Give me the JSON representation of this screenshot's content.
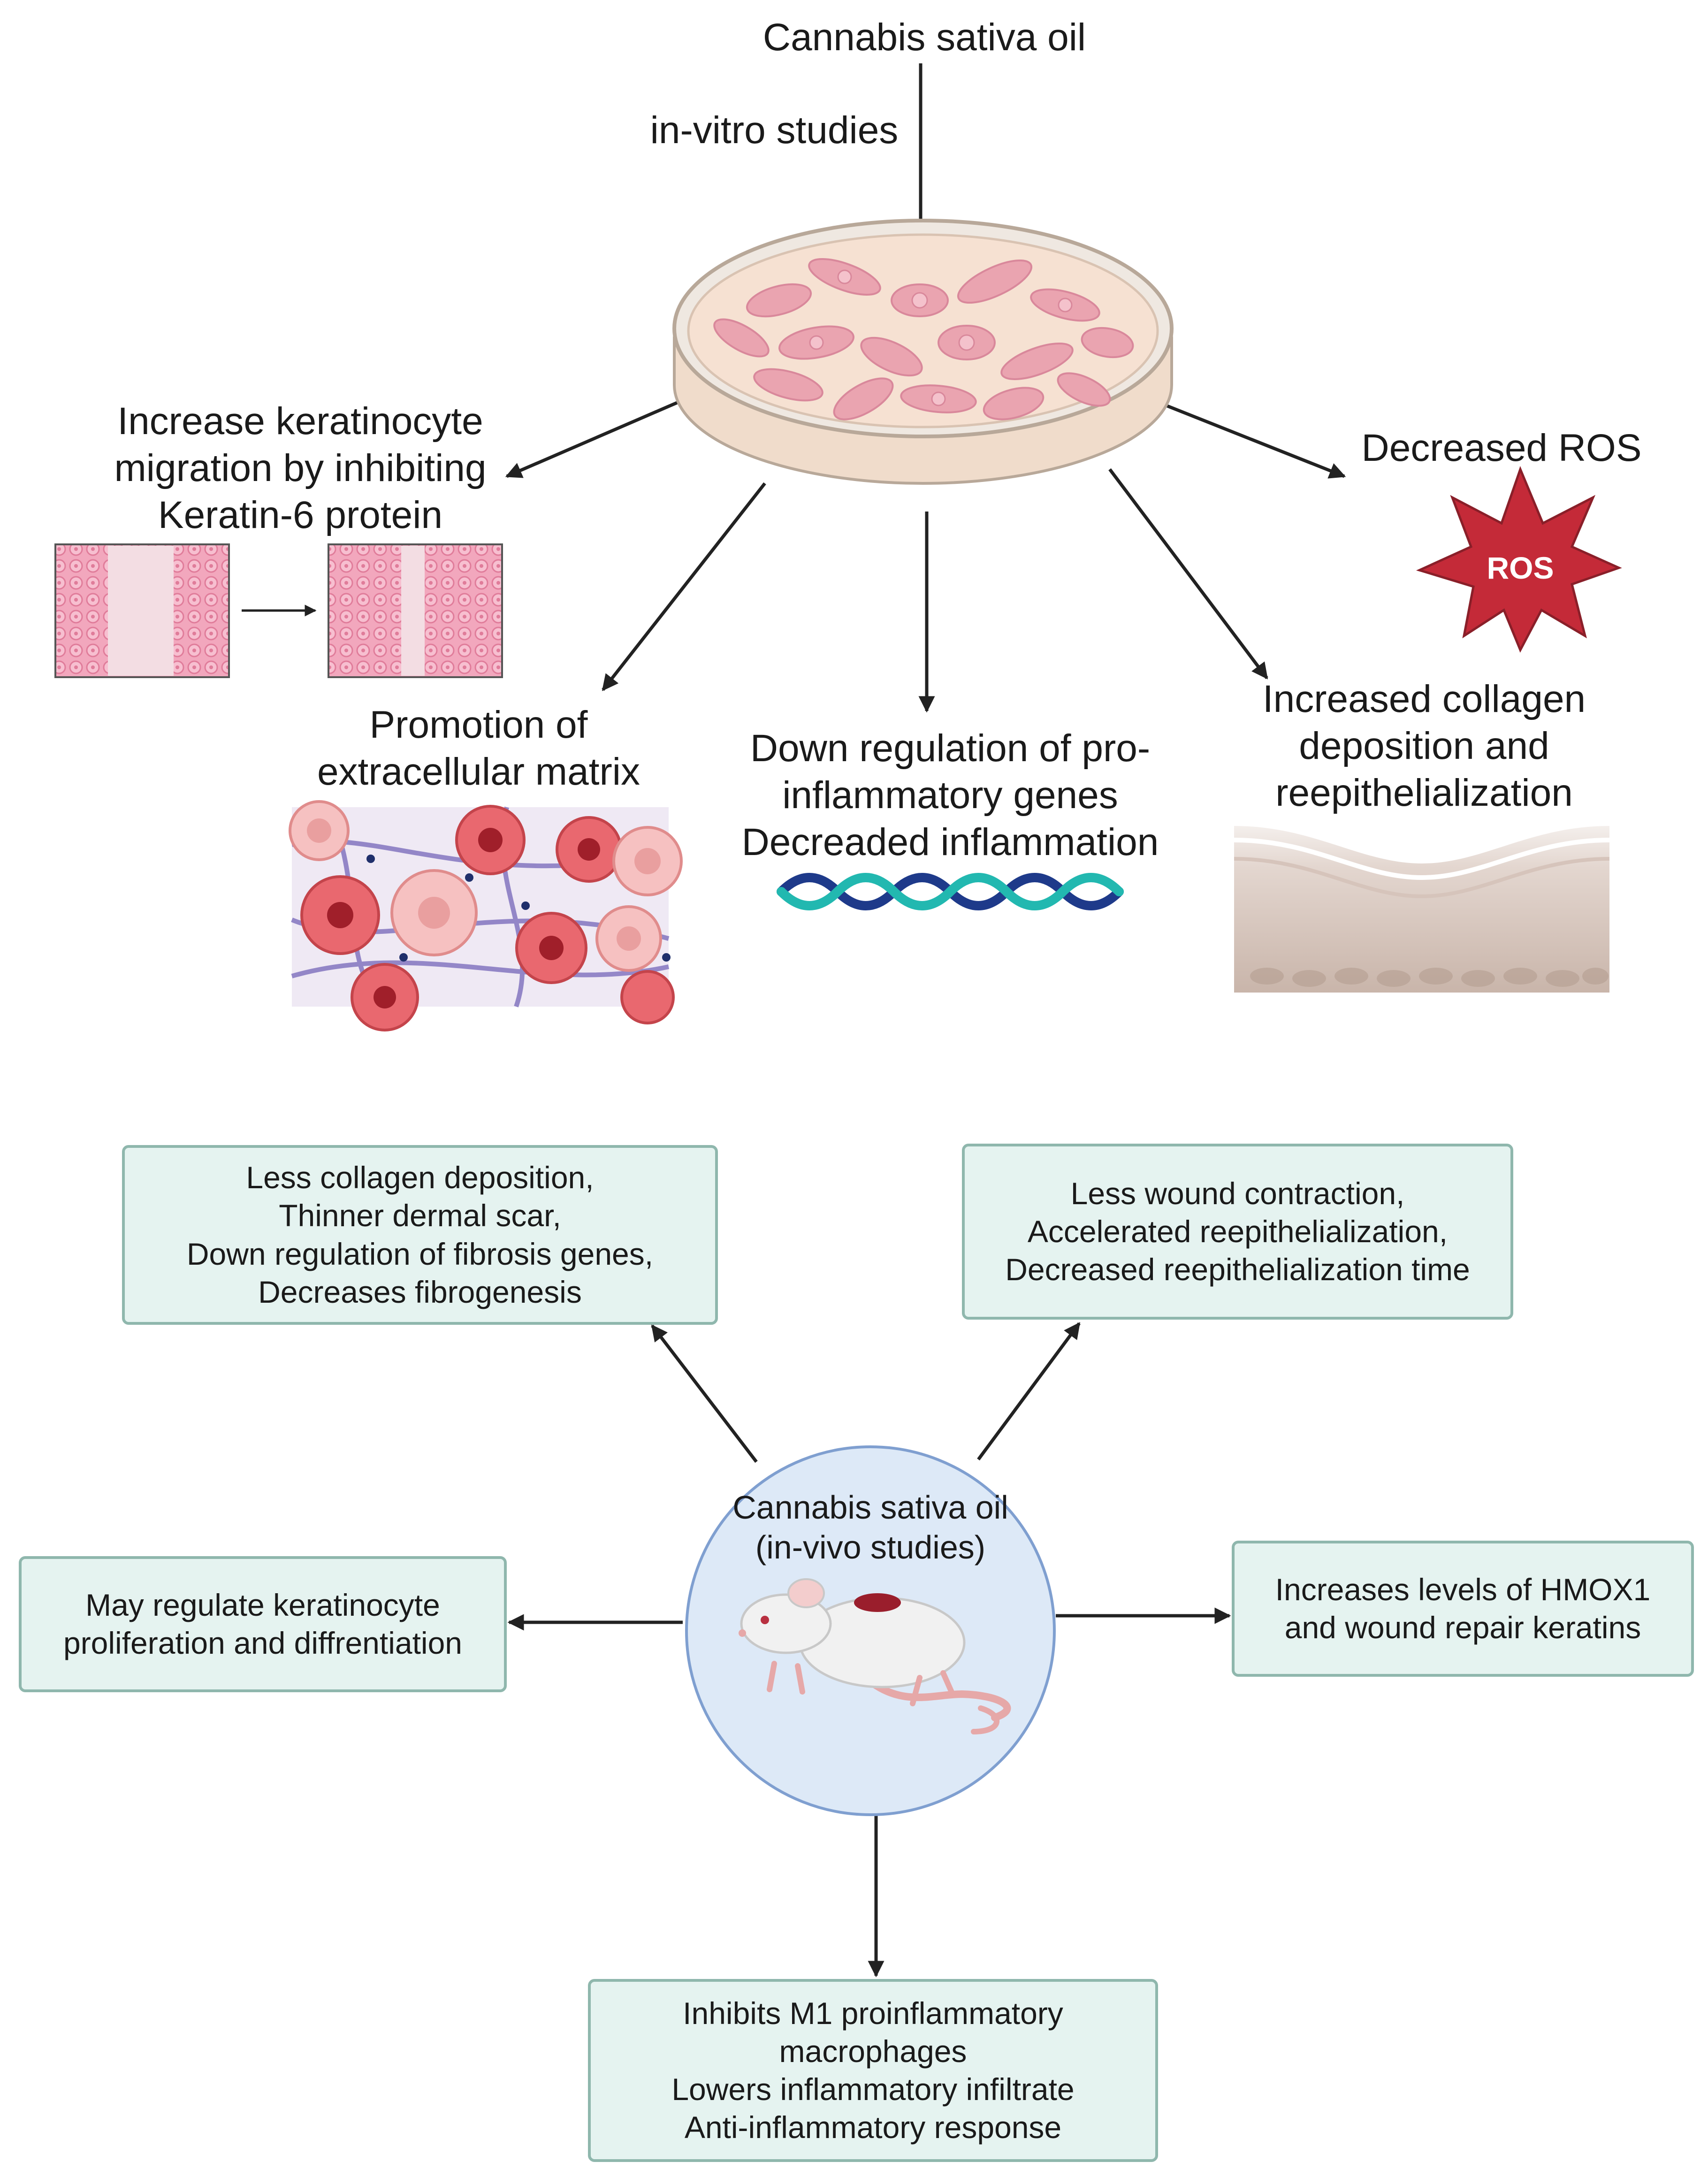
{
  "invitro": {
    "source": "Cannabis sativa oil",
    "studies": "in-vitro studies",
    "outcomes": {
      "keratinocyte": [
        "Increase keratinocyte",
        "migration by inhibiting",
        "Keratin-6 protein"
      ],
      "ros": "Decreased ROS",
      "ros_badge": "ROS",
      "ecm": [
        "Promotion of",
        "extracellular matrix"
      ],
      "genes": [
        "Down regulation of pro-",
        "inflammatory genes",
        "Decreaded inflammation"
      ],
      "collagen": [
        "Increased collagen",
        "deposition and",
        "reepithelialization"
      ]
    }
  },
  "invivo": {
    "center": [
      "Cannabis sativa oil",
      "(in-vivo studies)"
    ],
    "boxes": {
      "collagen": [
        "Less collagen deposition,",
        "Thinner dermal scar,",
        "Down regulation of fibrosis genes,",
        "Decreases fibrogenesis"
      ],
      "wound": [
        "Less wound contraction,",
        "Accelerated reepithelialization,",
        "Decreased reepithelialization time"
      ],
      "keratinocyte": [
        "May regulate keratinocyte",
        "proliferation and diffrentiation"
      ],
      "hmox": [
        "Increases levels of HMOX1",
        "and wound repair keratins"
      ],
      "macrophage": [
        "Inhibits M1 proinflammatory",
        "macrophages",
        "Lowers inflammatory infiltrate",
        "Anti-inflammatory response"
      ]
    }
  },
  "colors": {
    "box_fill": "#e5f3f0",
    "box_border": "#8fb7ad",
    "circle_fill": "#dde9f7",
    "circle_border": "#7f9fd0",
    "ros_star": "#c42a38",
    "dish_fill": "#f6e1d2",
    "cell_pink": "#eaa4b0"
  }
}
